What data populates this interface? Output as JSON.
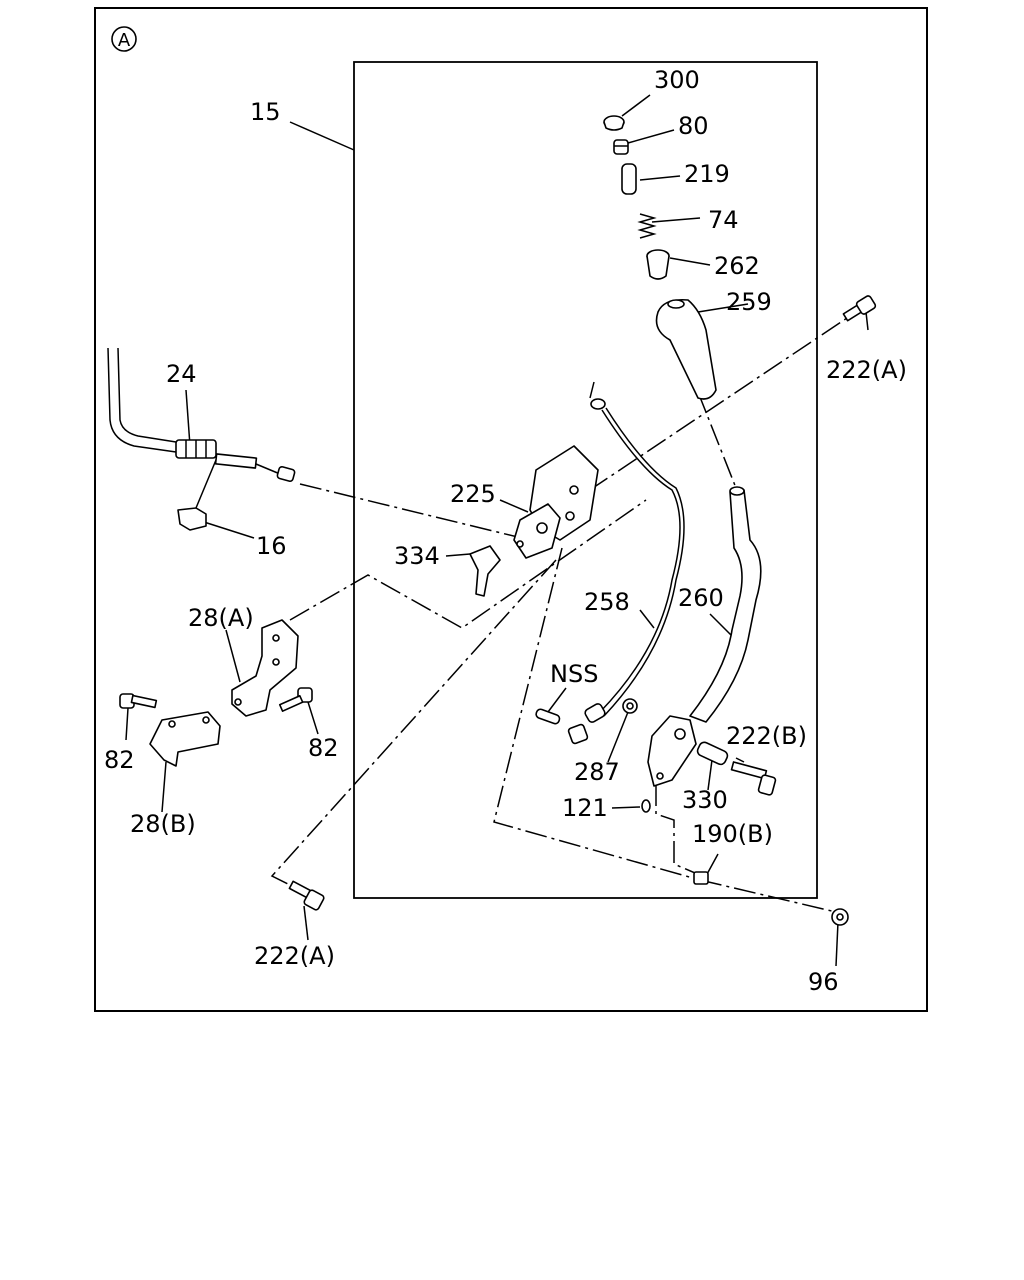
{
  "diagram": {
    "section_mark": "A",
    "callouts": {
      "c300": "300",
      "c80": "80",
      "c219": "219",
      "c74": "74",
      "c262": "262",
      "c259": "259",
      "c15": "15",
      "c222a_top": "222(A)",
      "c24": "24",
      "c225": "225",
      "c16": "16",
      "c334": "334",
      "c258": "258",
      "c260": "260",
      "c28a": "28(A)",
      "cnss": "NSS",
      "c222b": "222(B)",
      "c82_left": "82",
      "c82_right": "82",
      "c287": "287",
      "c330": "330",
      "c121": "121",
      "c28b": "28(B)",
      "c190b": "190(B)",
      "c222a_bottom": "222(A)",
      "c96": "96"
    }
  }
}
